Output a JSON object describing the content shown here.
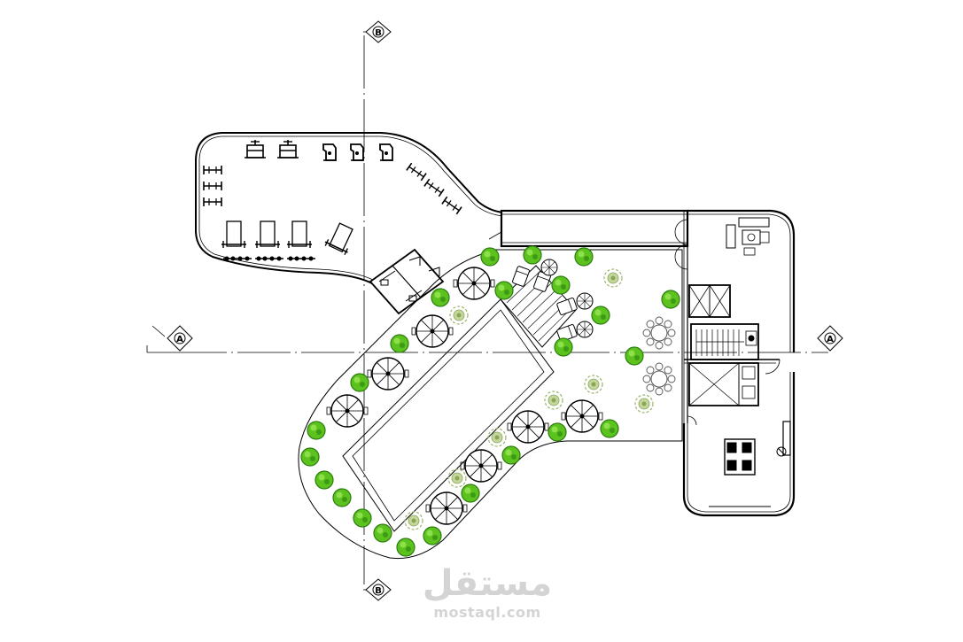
{
  "grid_labels": {
    "b_top": "B",
    "b_bottom": "B",
    "a_left": "A",
    "a_right": "A"
  },
  "watermark": {
    "logo_text": "مستقل",
    "domain": "mostaql.com"
  },
  "colors": {
    "line": "#000000",
    "tree_green": "#5cc21e",
    "tree_green_dark": "#2e7d12",
    "shrub_olive": "#9bb56a",
    "watermark": "#d4d4d4"
  }
}
